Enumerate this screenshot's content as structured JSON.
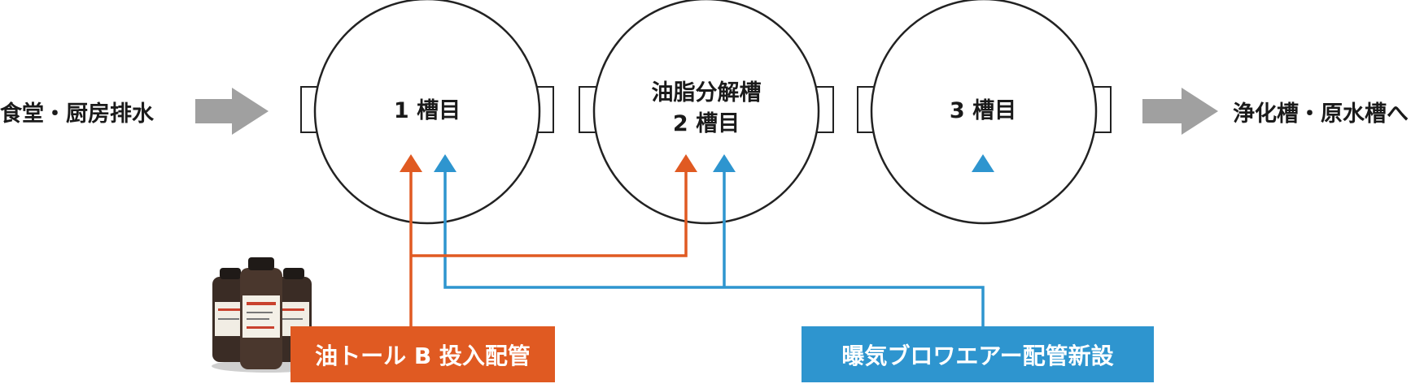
{
  "inlet_label": "食堂・厨房排水",
  "outlet_label": "浄化槽・原水槽へ",
  "tanks": [
    {
      "line1": "",
      "line2": "1 槽目"
    },
    {
      "line1": "油脂分解槽",
      "line2": "2 槽目"
    },
    {
      "line1": "",
      "line2": "3 槽目"
    }
  ],
  "dosing_badge": {
    "label": "油トール B 投入配管",
    "color": "#e05a22"
  },
  "aeration_badge": {
    "label": "曝気ブロワエアー配管新設",
    "color": "#2e95cf"
  },
  "flow_arrow_color": "#a0a0a0",
  "product_image": {
    "icon": "product-bottles-icon"
  }
}
